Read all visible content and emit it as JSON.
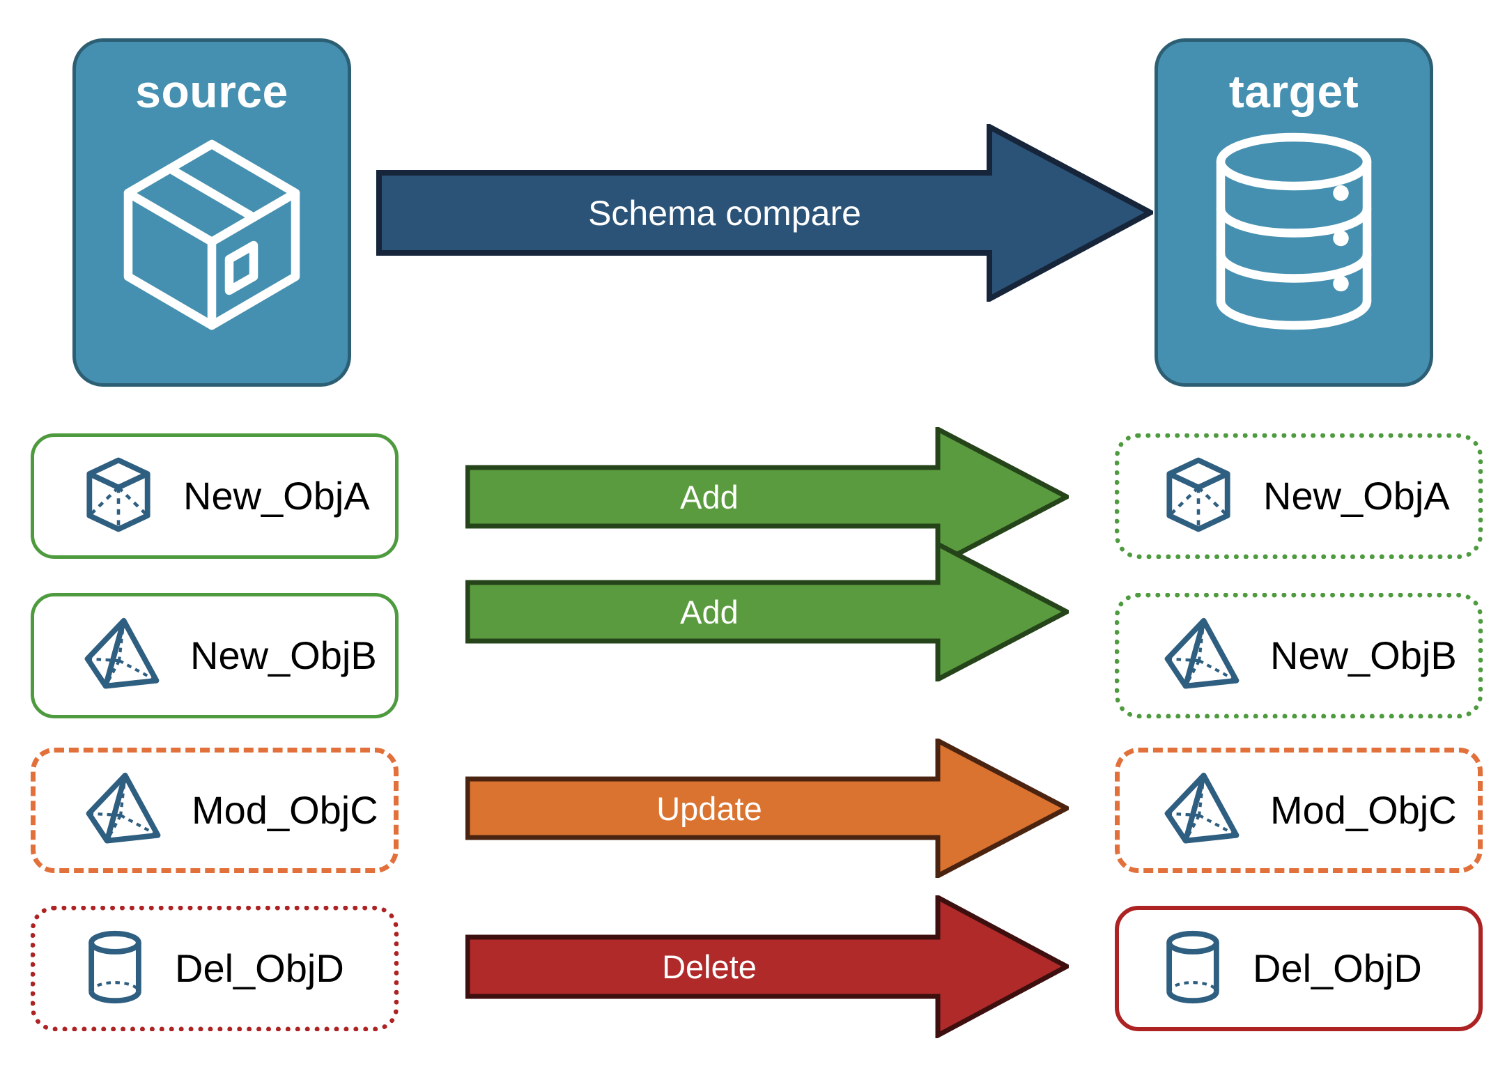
{
  "endpoints": {
    "source": {
      "title": "source",
      "icon": "package-box-icon",
      "fill": "#4590b0",
      "border": "#2d5f74"
    },
    "target": {
      "title": "target",
      "icon": "database-cylinder-icon",
      "fill": "#4590b0",
      "border": "#2d5f74"
    }
  },
  "main_arrow": {
    "label": "Schema compare",
    "fill": "#2b5377",
    "border": "#16253a",
    "text_color": "#ffffff"
  },
  "rows": [
    {
      "source": {
        "label": "New_ObjA",
        "icon": "wireframe-cube-icon",
        "border_style": "solid",
        "border_color": "#4e9a3e"
      },
      "action": {
        "label": "Add",
        "fill": "#5b9b3f",
        "border": "#25441a",
        "text_color": "#ffffff"
      },
      "target": {
        "label": "New_ObjA",
        "icon": "wireframe-cube-icon",
        "border_style": "dotted",
        "border_color": "#4e9a3e"
      }
    },
    {
      "source": {
        "label": "New_ObjB",
        "icon": "wireframe-pyramid-icon",
        "border_style": "solid",
        "border_color": "#4e9a3e"
      },
      "action": {
        "label": "Add",
        "fill": "#5b9b3f",
        "border": "#25441a",
        "text_color": "#ffffff"
      },
      "target": {
        "label": "New_ObjB",
        "icon": "wireframe-pyramid-icon",
        "border_style": "dotted",
        "border_color": "#4e9a3e"
      }
    },
    {
      "source": {
        "label": "Mod_ObjC",
        "icon": "wireframe-pyramid-icon",
        "border_style": "dashed",
        "border_color": "#e2703a"
      },
      "action": {
        "label": "Update",
        "fill": "#da7230",
        "border": "#4a2410",
        "text_color": "#ffffff"
      },
      "target": {
        "label": "Mod_ObjC",
        "icon": "wireframe-pyramid-icon",
        "border_style": "dashed",
        "border_color": "#e2703a"
      }
    },
    {
      "source": {
        "label": "Del_ObjD",
        "icon": "wireframe-cylinder-icon",
        "border_style": "dotted",
        "border_color": "#ad2323"
      },
      "action": {
        "label": "Delete",
        "fill": "#b02a2a",
        "border": "#3d0f0f",
        "text_color": "#ffffff"
      },
      "target": {
        "label": "Del_ObjD",
        "icon": "wireframe-cylinder-icon",
        "border_style": "solid",
        "border_color": "#ad2323"
      }
    }
  ],
  "colors": {
    "accent_blue": "#4590b0",
    "icon_blue": "#2e5e80",
    "green": "#5b9b3f",
    "orange": "#da7230",
    "red": "#b02a2a",
    "background": "#ffffff"
  }
}
